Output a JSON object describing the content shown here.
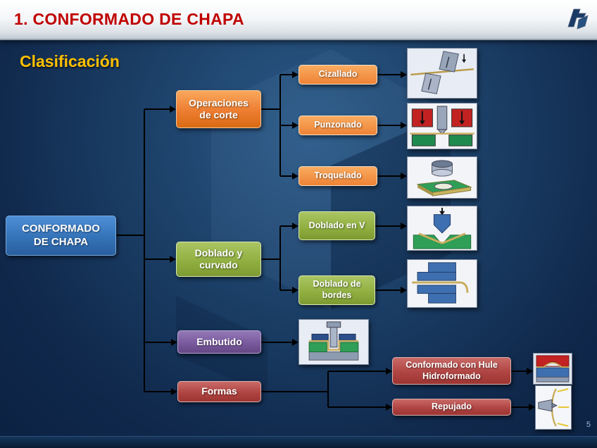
{
  "header": {
    "title": "1. CONFORMADO DE CHAPA"
  },
  "slide": {
    "title": "Clasificación",
    "page_number": "5"
  },
  "colors": {
    "header_title_red": "#C00000",
    "slide_title_yellow": "#FFC000",
    "background_navy": "#16365C",
    "accent_blue": "#3573B8",
    "accent_orange": "#ED7D31",
    "accent_green": "#9BBB59",
    "accent_purple": "#8064A2",
    "accent_red": "#C0504D",
    "connector_black": "#000000"
  },
  "diagram": {
    "root": {
      "lines": [
        "CONFORMADO",
        "DE CHAPA"
      ]
    },
    "branches": [
      {
        "label": "Operaciones de corte",
        "color": "#ED7D31",
        "children": [
          {
            "label": "Cizallado",
            "image": "cizallado-illustration"
          },
          {
            "label": "Punzonado",
            "image": "punzonado-illustration"
          },
          {
            "label": "Troquelado",
            "image": "troquelado-illustration"
          }
        ]
      },
      {
        "label": "Doblado y curvado",
        "color": "#9BBB59",
        "children": [
          {
            "label": "Doblado en V",
            "image": "doblado-en-v-illustration"
          },
          {
            "label": "Doblado de bordes",
            "image": "doblado-de-bordes-illustration"
          }
        ]
      },
      {
        "label": "Embutido",
        "color": "#8064A2",
        "image": "embutido-illustration",
        "children": []
      },
      {
        "label": "Formas",
        "color": "#C0504D",
        "children": [
          {
            "label": "Conformado con Hule Hidroformado",
            "image": "hidroformado-illustration"
          },
          {
            "label": "Repujado",
            "image": "repujado-illustration"
          }
        ]
      }
    ]
  }
}
